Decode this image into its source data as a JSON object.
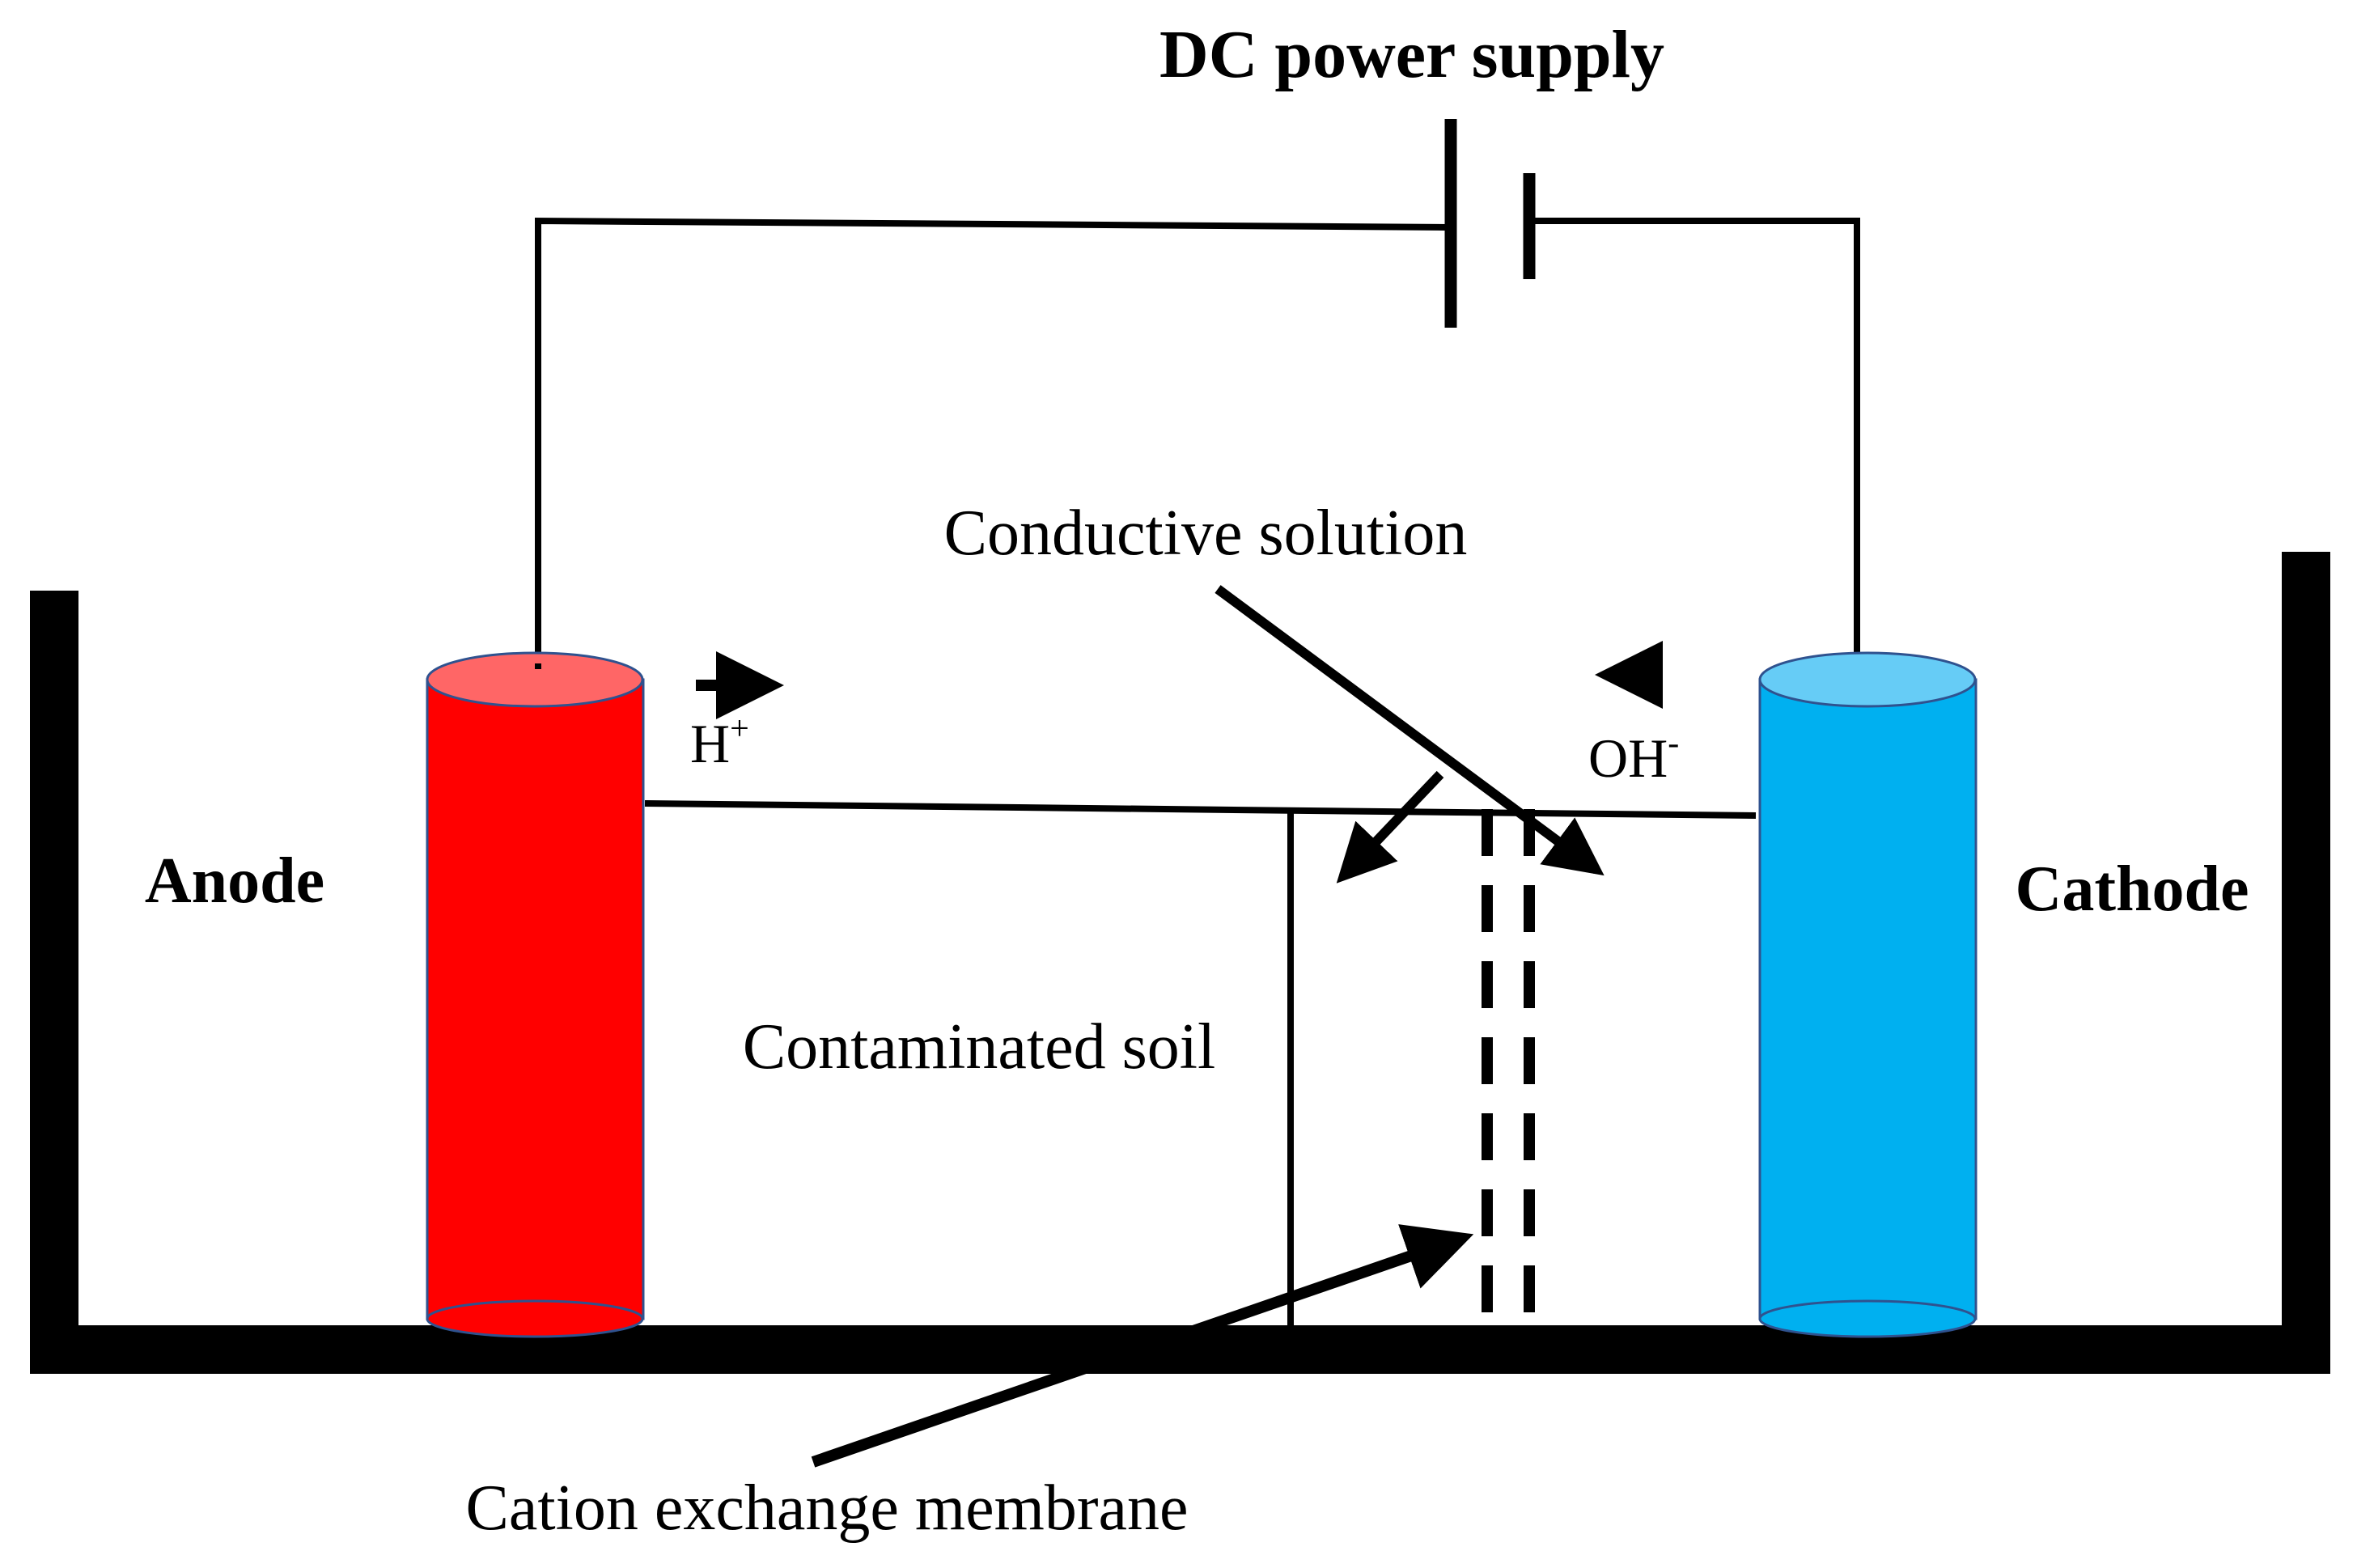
{
  "title": "DC power supply",
  "electrodes": {
    "anode": {
      "label": "Anode",
      "color": "#ff0000",
      "top_color": "#ff6666"
    },
    "cathode": {
      "label": "Cathode",
      "color": "#00b0f0",
      "top_color": "#66ccf6"
    }
  },
  "ions": {
    "h_plus": {
      "base": "H",
      "charge": "+"
    },
    "oh_minus": {
      "base": "OH",
      "charge": "-"
    }
  },
  "labels": {
    "conductive_solution": "Conductive solution",
    "contaminated_soil": "Contaminated soil",
    "cation_exchange_membrane": "Cation exchange membrane"
  }
}
